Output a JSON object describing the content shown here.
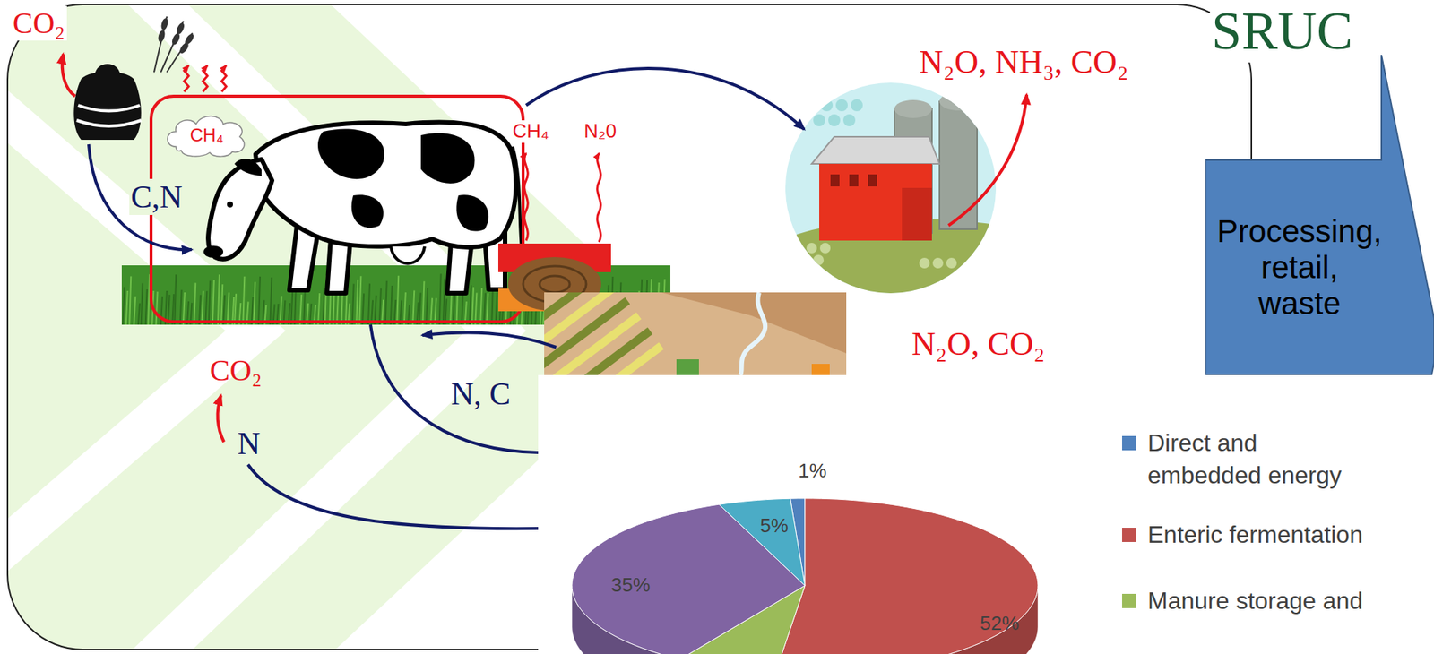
{
  "diagram": {
    "nodes": [
      {
        "text": [
          "CH₄"
        ]
      },
      {
        "text": [
          "Processing, retail, waste"
        ]
      }
    ],
    "labels": [
      "CO₂",
      "SRUC",
      "CH₄",
      "N₂0",
      "N₂O, NH₃, CO₂",
      "C,N",
      "N₂O, CO₂",
      "CO₂",
      "N, C",
      "N",
      "1%",
      "5%",
      "35%",
      "52%"
    ],
    "legend": [
      {
        "text": "Direct and embedded energy",
        "color": "#4f81bd"
      },
      {
        "text": "Enteric fermentation",
        "color": "#c0504d"
      },
      {
        "text": "Manure storage and",
        "color": "#9bbb59"
      }
    ]
  }
}
